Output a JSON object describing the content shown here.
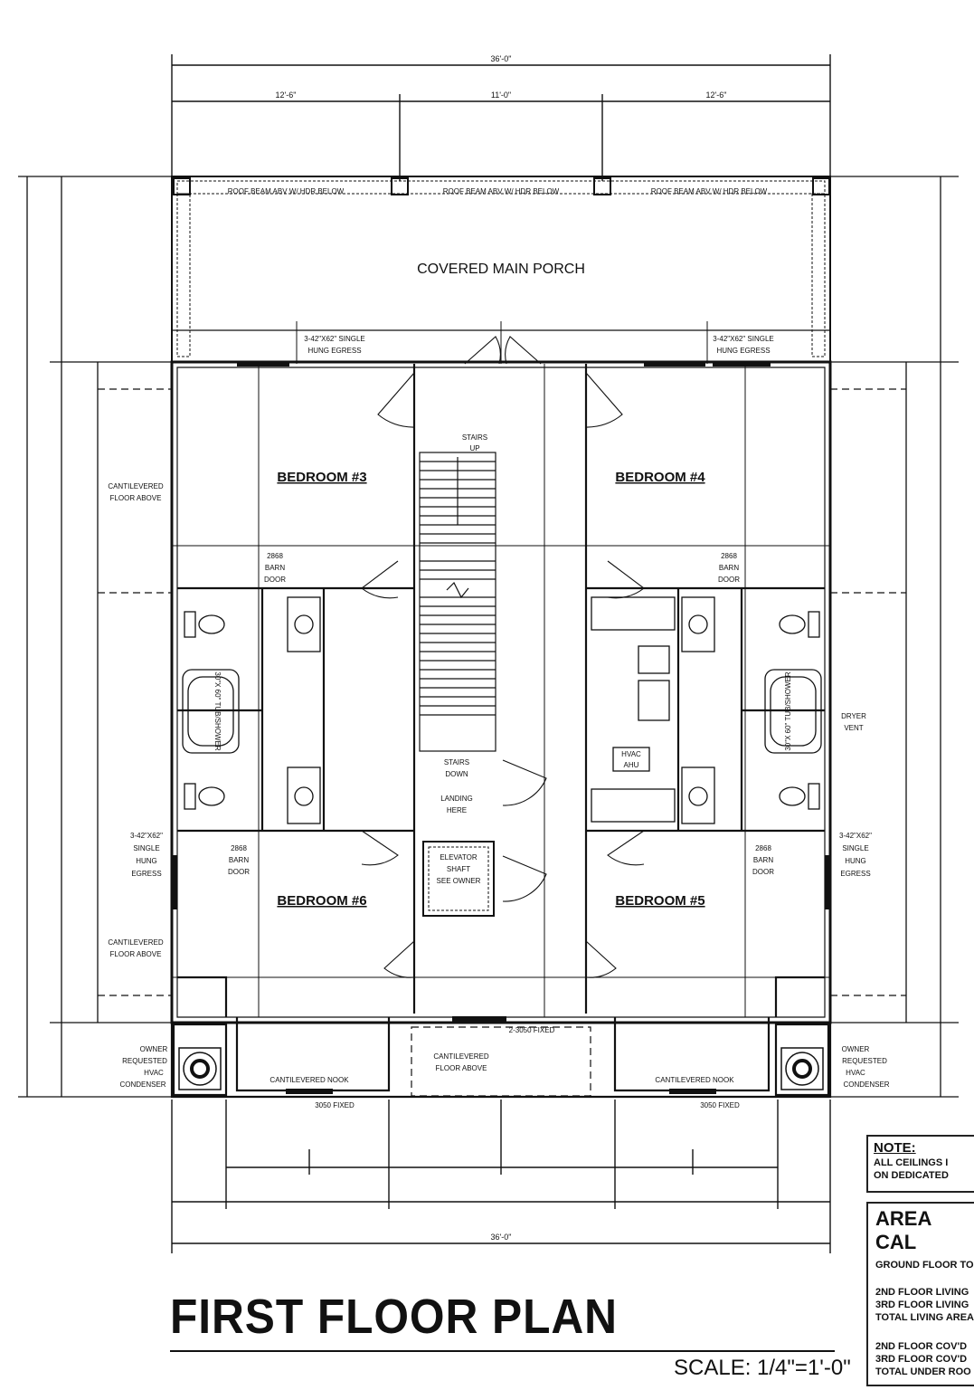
{
  "title": "FIRST FLOOR PLAN",
  "scale": "SCALE: 1/4\"=1'-0\"",
  "porch": {
    "label": "COVERED MAIN PORCH",
    "beam_note": "ROOF BEAM ABV W/ HDR BELOW"
  },
  "rooms": {
    "bedroom3": "BEDROOM #3",
    "bedroom4": "BEDROOM #4",
    "bedroom5": "BEDROOM #5",
    "bedroom6": "BEDROOM #6"
  },
  "overall_dims": {
    "width": "36'-0\"",
    "top_left": "12'-6\"",
    "top_mid": "11'-0\"",
    "top_right": "12'-6\""
  },
  "labels": {
    "stairs_up": [
      "STAIRS",
      "UP"
    ],
    "stairs_down": [
      "STAIRS",
      "DOWN"
    ],
    "landing": [
      "LANDING",
      "HERE"
    ],
    "elevator": [
      "ELEVATOR",
      "SHAFT",
      "SEE OWNER"
    ],
    "cantilever_floor": [
      "CANTILEVERED",
      "FLOOR ABOVE"
    ],
    "cantilevered_nook": "CANTILEVERED NOOK",
    "hvac": [
      "OWNER",
      "REQUESTED",
      "HVAC",
      "CONDENSER"
    ],
    "barn_door": [
      "2868",
      "BARN",
      "DOOR"
    ],
    "egress": [
      "3-42\"X62\"",
      "SINGLE",
      "HUNG",
      "EGRESS"
    ],
    "egress_top": [
      "3-42\"X62\" SINGLE",
      "HUNG EGRESS"
    ],
    "dryer_vent": [
      "DRYER",
      "VENT"
    ],
    "fixed_window": "3050 FIXED",
    "fixed_window_2": "2-3050 FIXED",
    "tub_shower": "30\"X 60\" TUB/SHOWER",
    "hvac_ahu": [
      "HVAC",
      "AHU"
    ]
  },
  "note": {
    "heading": "NOTE:",
    "lines": [
      "ALL CEILINGS I",
      "ON DEDICATED"
    ]
  },
  "area": {
    "heading": "AREA CAL",
    "lines": [
      "GROUND FLOOR TO",
      "",
      "2ND FLOOR LIVING",
      "3RD FLOOR LIVING",
      "TOTAL LIVING AREA",
      "",
      "2ND FLOOR COV'D",
      "3RD FLOOR COV'D",
      "TOTAL UNDER ROO"
    ]
  }
}
